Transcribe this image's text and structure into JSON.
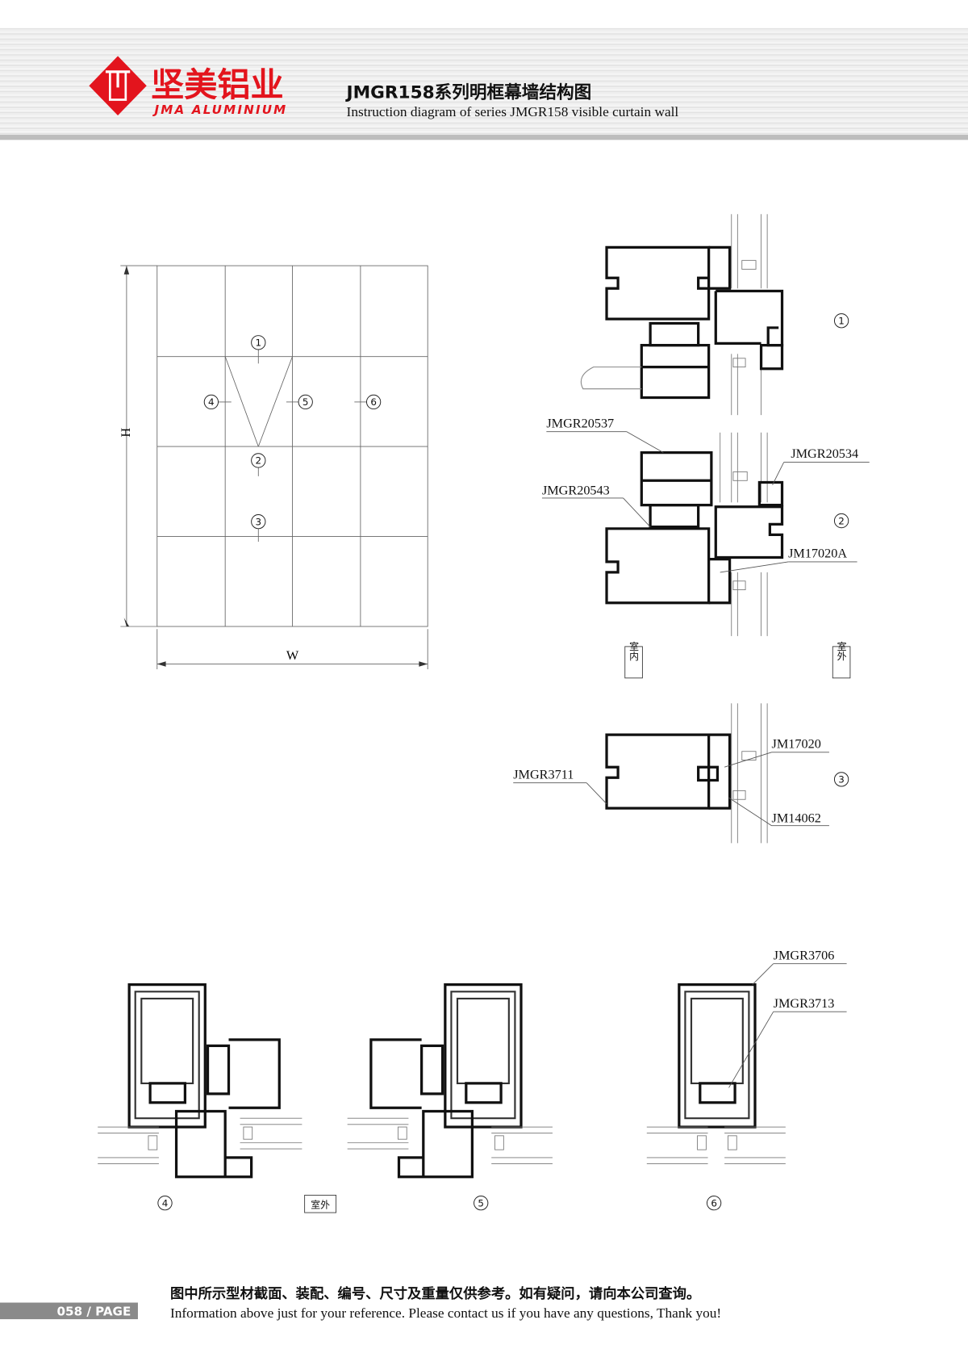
{
  "header": {
    "brand_cn": "坚美铝业",
    "brand_en": "JMA ALUMINIUM",
    "title_cn": "JMGR158系列明框幕墙结构图",
    "title_en": "Instruction diagram of series JMGR158 visible curtain wall",
    "brand_color": "#e3141d"
  },
  "elevation": {
    "height_label": "H",
    "width_label": "W",
    "markers": [
      "1",
      "2",
      "3",
      "4",
      "5",
      "6"
    ]
  },
  "sections": {
    "s1": "1",
    "s2": "2",
    "s3": "3",
    "s4": "4",
    "s5": "5",
    "s6": "6",
    "parts": {
      "p20537": "JMGR20537",
      "p20534": "JMGR20534",
      "p20543": "JMGR20543",
      "p17020a": "JM17020A",
      "p3711": "JMGR3711",
      "p17020": "JM17020",
      "p14062": "JM14062",
      "p3706": "JMGR3706",
      "p3713": "JMGR3713"
    },
    "indoor": "室内",
    "outdoor": "室外",
    "outdoor_bottom": "室外"
  },
  "footer": {
    "page": "058 / PAGE",
    "note_cn": "图中所示型材截面、装配、编号、尺寸及重量仅供参考。如有疑问，请向本公司查询。",
    "note_en": "Information above just for your reference. Please contact us if you have any questions, Thank you!"
  }
}
